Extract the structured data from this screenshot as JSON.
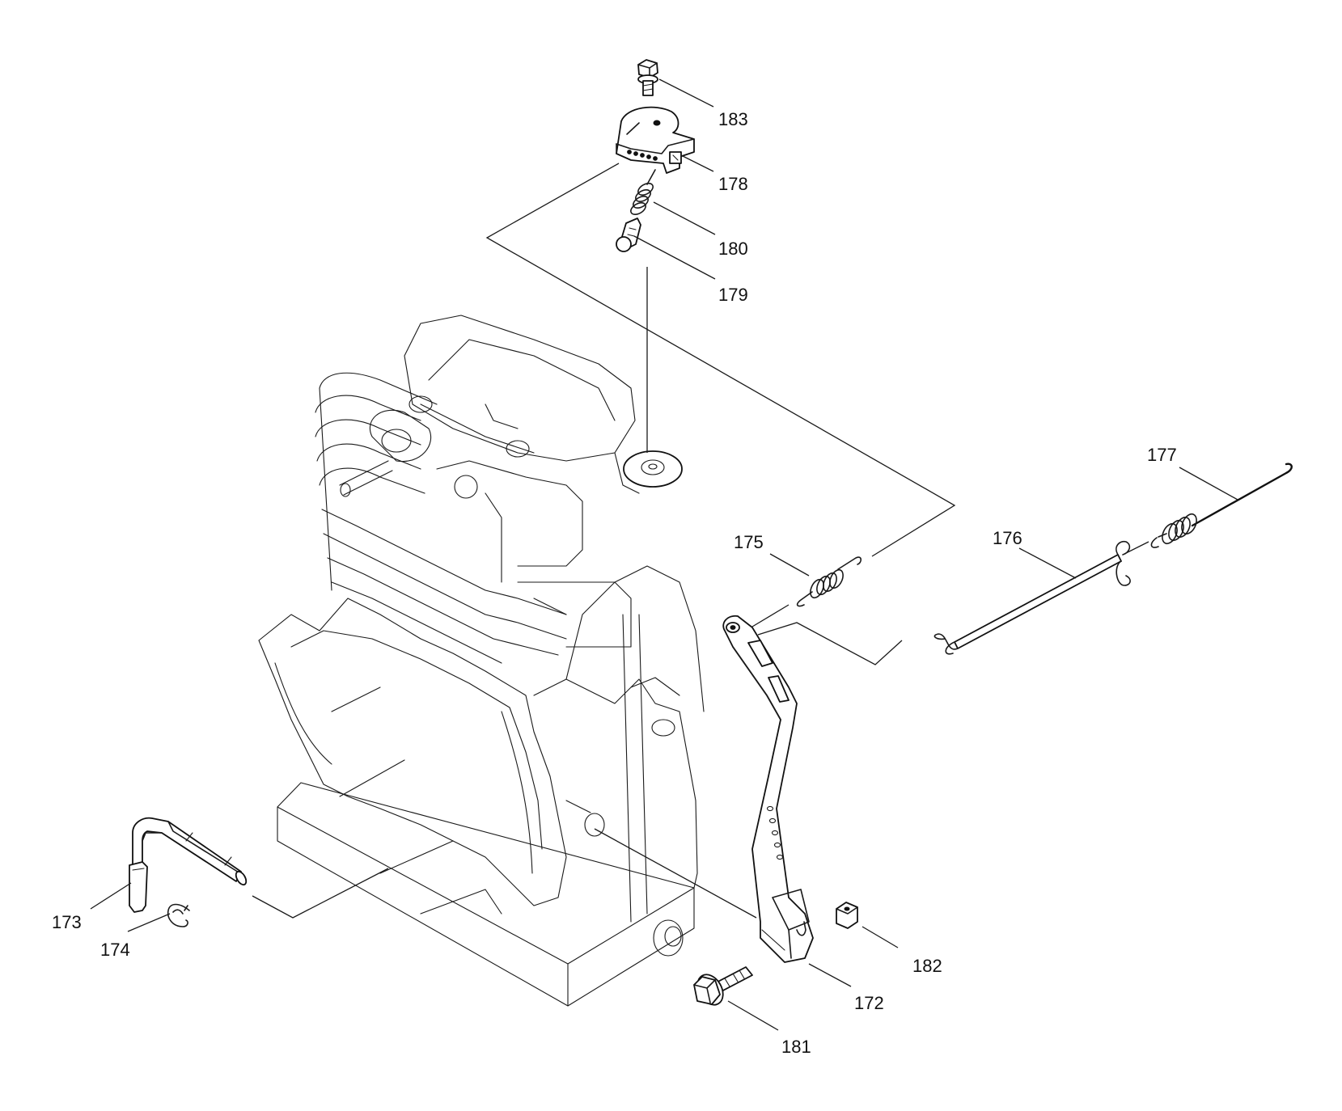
{
  "diagram": {
    "callouts": [
      {
        "id": "c183",
        "label": "183"
      },
      {
        "id": "c178",
        "label": "178"
      },
      {
        "id": "c180",
        "label": "180"
      },
      {
        "id": "c179",
        "label": "179"
      },
      {
        "id": "c177",
        "label": "177"
      },
      {
        "id": "c176",
        "label": "176"
      },
      {
        "id": "c175",
        "label": "175"
      },
      {
        "id": "c173",
        "label": "173"
      },
      {
        "id": "c174",
        "label": "174"
      },
      {
        "id": "c182",
        "label": "182"
      },
      {
        "id": "c172",
        "label": "172"
      },
      {
        "id": "c181",
        "label": "181"
      }
    ]
  }
}
